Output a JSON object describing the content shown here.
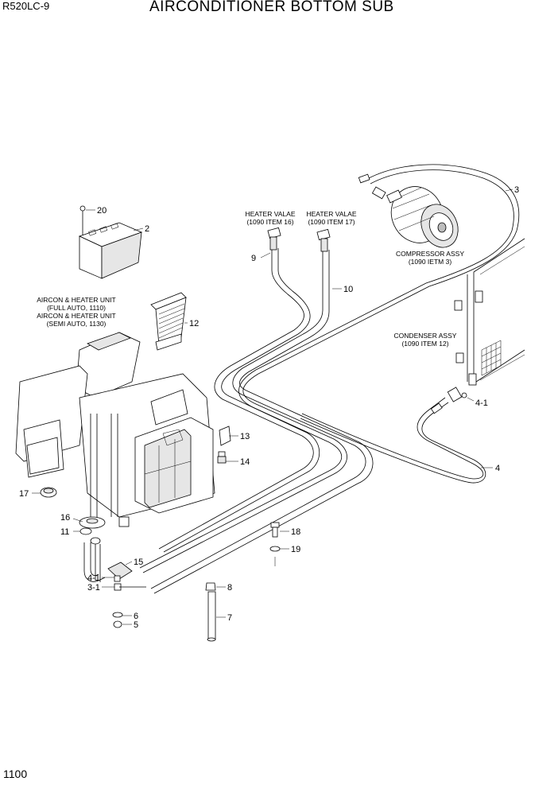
{
  "header": {
    "model": "R520LC-9",
    "title": "AIRCONDITIONER BOTTOM SUB"
  },
  "footer": {
    "page_number": "1100"
  },
  "captions": {
    "heater_valve_16": [
      "HEATER VALAE",
      "(1090 ITEM 16)"
    ],
    "heater_valve_17": [
      "HEATER VALAE",
      "(1090 ITEM 17)"
    ],
    "compressor": [
      "COMPRESSOR ASSY",
      "(1090 IETM 3)"
    ],
    "condenser": [
      "CONDENSER ASSY",
      "(1090 ITEM 12)"
    ],
    "aircon_unit": [
      "AIRCON & HEATER UNIT",
      "(FULL AUTO, 1110)",
      "AIRCON & HEATER UNIT",
      "(SEMI AUTO, 1130)"
    ]
  },
  "part_labels": [
    "20",
    "2",
    "3",
    "9",
    "10",
    "12",
    "13",
    "14",
    "4-1",
    "4",
    "17",
    "16",
    "11",
    "18",
    "19",
    "15",
    "4-1",
    "3-1",
    "8",
    "7",
    "6",
    "5"
  ]
}
